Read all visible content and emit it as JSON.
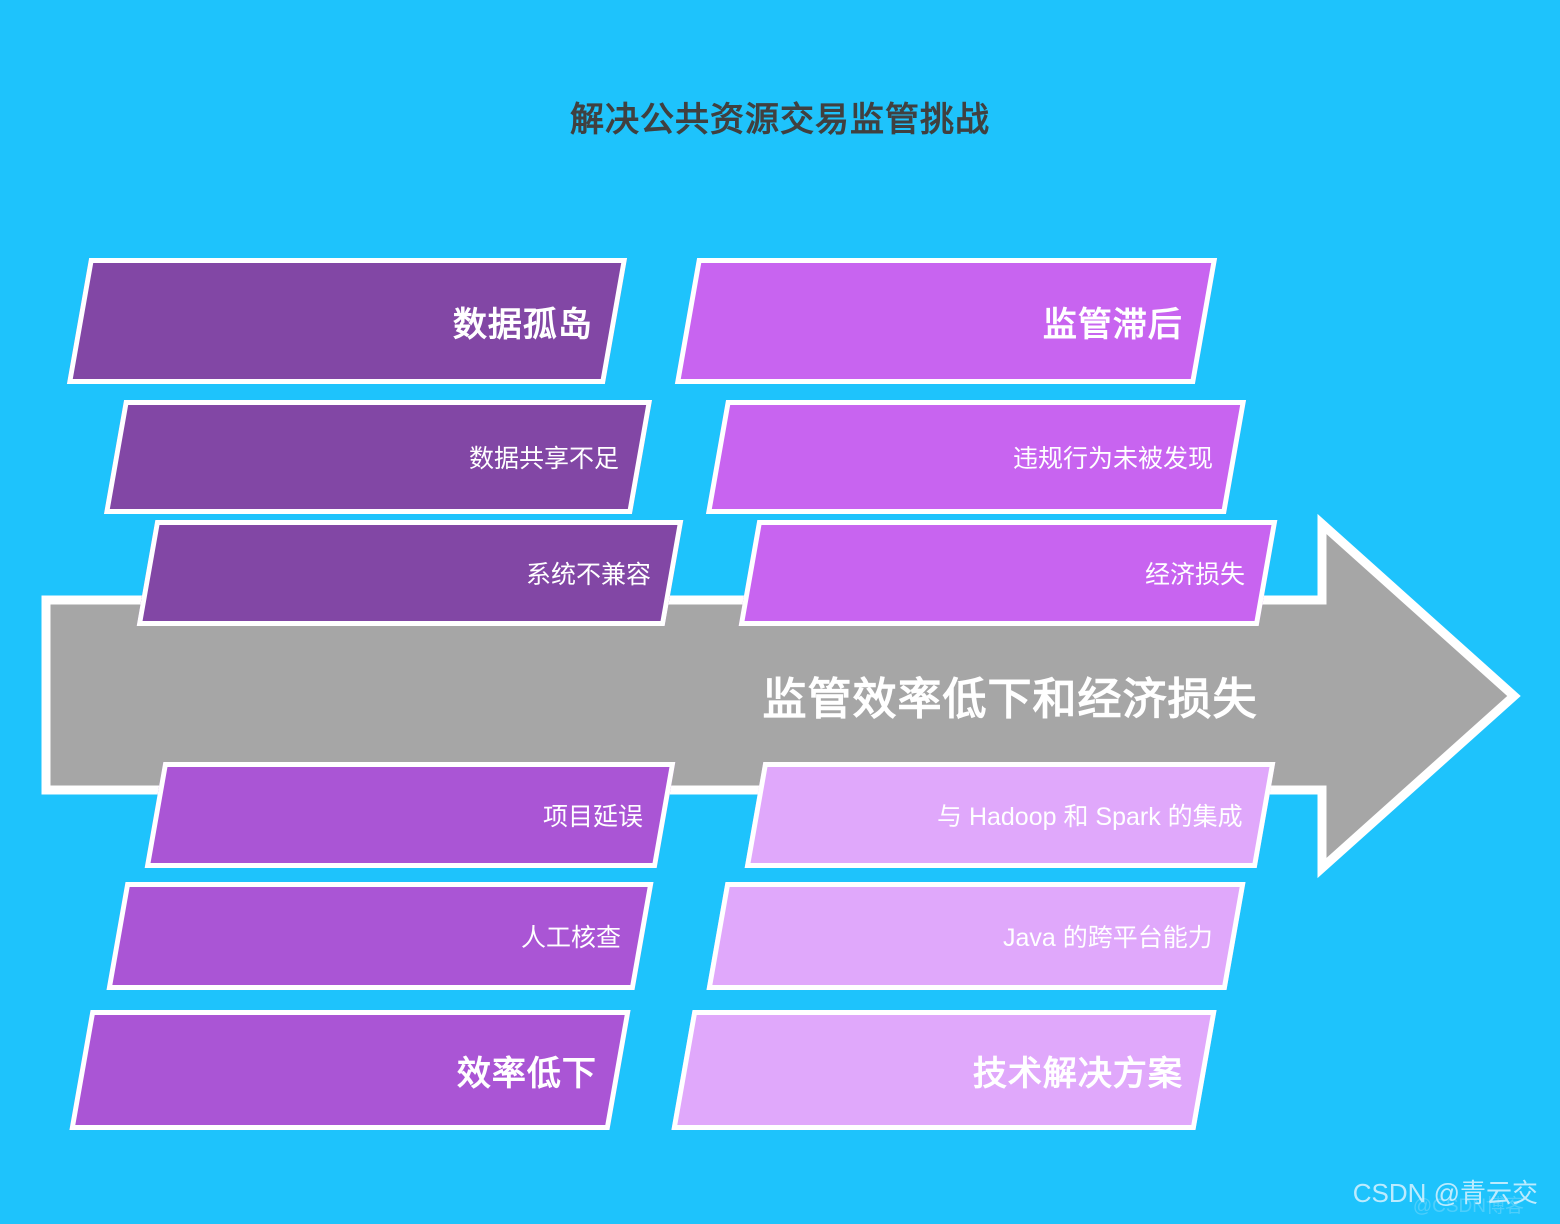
{
  "page": {
    "title": "解决公共资源交易监管挑战",
    "background_color": "#1ec3fc",
    "title_color": "#404040"
  },
  "arrow": {
    "label": "监管效率低下和经济损失",
    "fill_color": "#a6a6a6",
    "stroke_color": "#ffffff",
    "direction": "right"
  },
  "columns": {
    "left": {
      "cards": [
        {
          "label": "数据孤岛",
          "emphasis": "head",
          "color": "#8247a5"
        },
        {
          "label": "数据共享不足",
          "emphasis": "sub",
          "color": "#8247a5"
        },
        {
          "label": "系统不兼容",
          "emphasis": "sub",
          "color": "#8247a5"
        },
        {
          "label": "项目延误",
          "emphasis": "sub",
          "color": "#aa55d5"
        },
        {
          "label": "人工核查",
          "emphasis": "sub",
          "color": "#aa55d5"
        },
        {
          "label": "效率低下",
          "emphasis": "head",
          "color": "#aa55d5"
        }
      ]
    },
    "right": {
      "cards": [
        {
          "label": "监管滞后",
          "emphasis": "head",
          "color": "#c864f0"
        },
        {
          "label": "违规行为未被发现",
          "emphasis": "sub",
          "color": "#c864f0"
        },
        {
          "label": "经济损失",
          "emphasis": "sub",
          "color": "#c864f0"
        },
        {
          "label": "与 Hadoop 和 Spark 的集成",
          "emphasis": "sub",
          "color": "#e0a8fb"
        },
        {
          "label": "Java 的跨平台能力",
          "emphasis": "sub",
          "color": "#e0a8fb"
        },
        {
          "label": "技术解决方案",
          "emphasis": "head",
          "color": "#e0a8fb"
        }
      ]
    }
  },
  "watermark": {
    "text": "CSDN @青云交",
    "sub_text": "@CSDN博客"
  }
}
